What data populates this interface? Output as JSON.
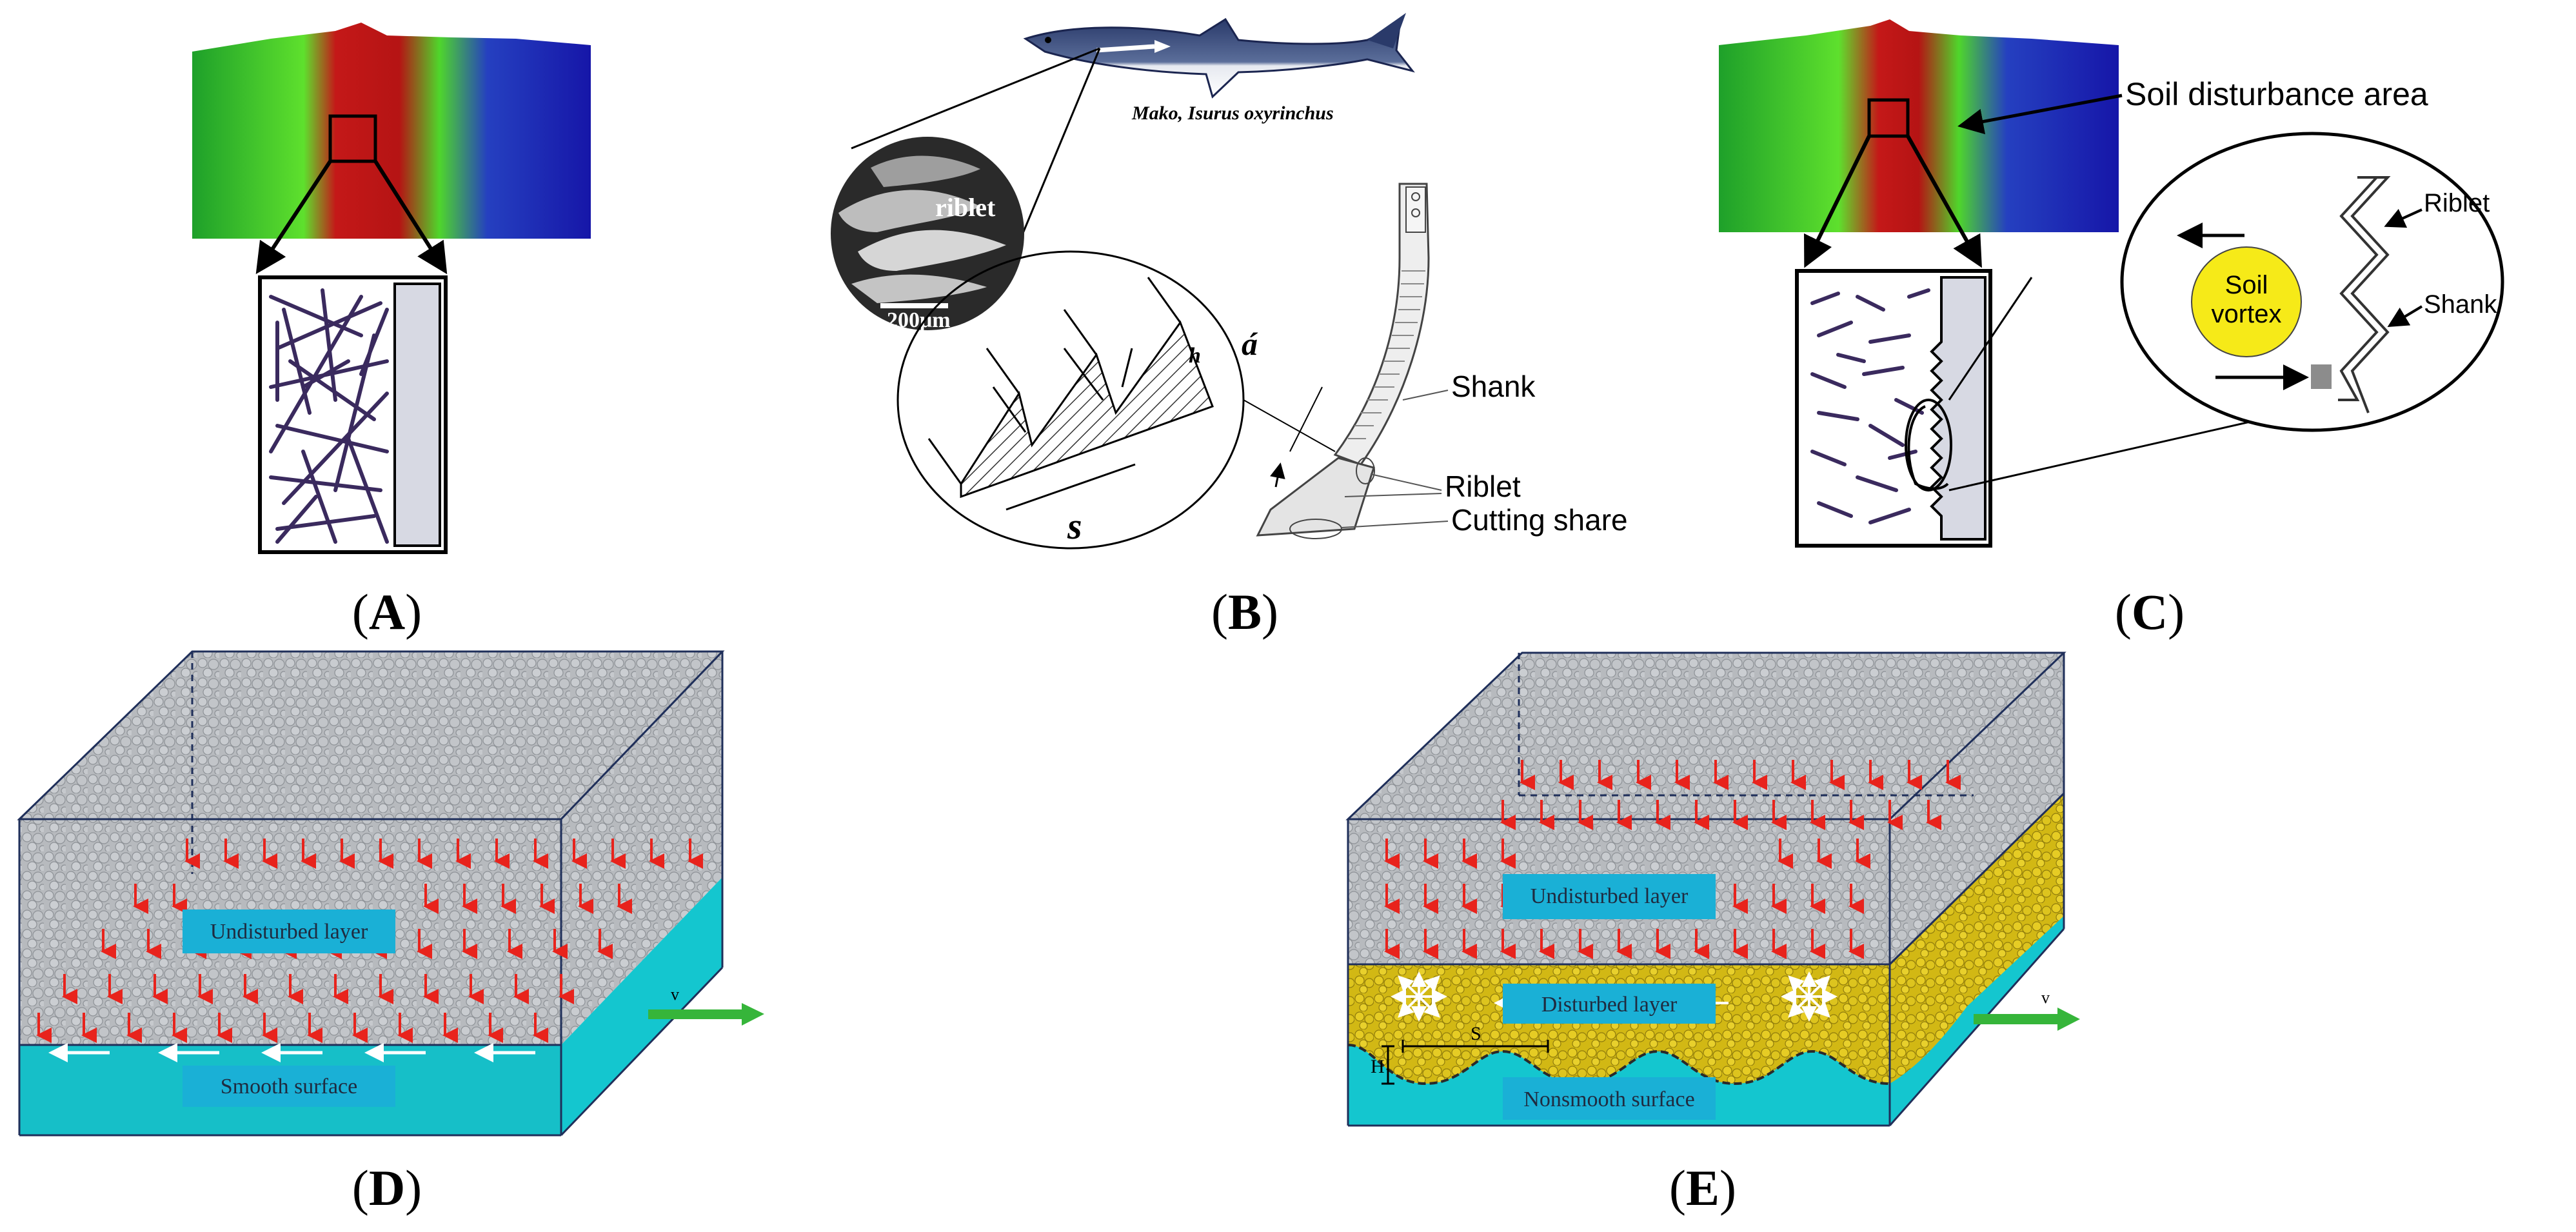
{
  "panels": {
    "A": {
      "label": "A"
    },
    "B": {
      "label": "B",
      "riblet_label": "riblet",
      "scale_label": "200μm",
      "species_label": "Mako, Isurus oxyrinchus",
      "h_label": "h",
      "alpha_label": "á",
      "s_label": "s",
      "shank_label": "Shank",
      "riblet_callout": "Riblet",
      "cutting_share_label": "Cutting share"
    },
    "C": {
      "label": "C",
      "disturbance_label": "Soil disturbance area",
      "vortex_label_1": "Soil",
      "vortex_label_2": "vortex",
      "riblet_callout": "Riblet",
      "shank_callout": "Shank"
    },
    "D": {
      "label": "D",
      "undisturbed_label": "Undisturbed layer",
      "smooth_label": "Smooth surface",
      "v_label": "v"
    },
    "E": {
      "label": "E",
      "undisturbed_label": "Undisturbed layer",
      "disturbed_label": "Disturbed layer",
      "nonsmooth_label": "Nonsmooth surface",
      "v_label": "v",
      "s_label": "S",
      "h_label": "H"
    }
  },
  "colors": {
    "soil_gray": "#b9bcc0",
    "cyan": "#14c6cf",
    "label_box": "#1ab0d6",
    "red_arrow": "#e8231c",
    "green_arrow": "#36b53a",
    "yellow_soil": "#dcc21e",
    "vortex_yellow": "#f6ea18",
    "dem_green": "#4fd62b",
    "dem_red": "#c21616",
    "dem_blue": "#1a1ab3"
  }
}
